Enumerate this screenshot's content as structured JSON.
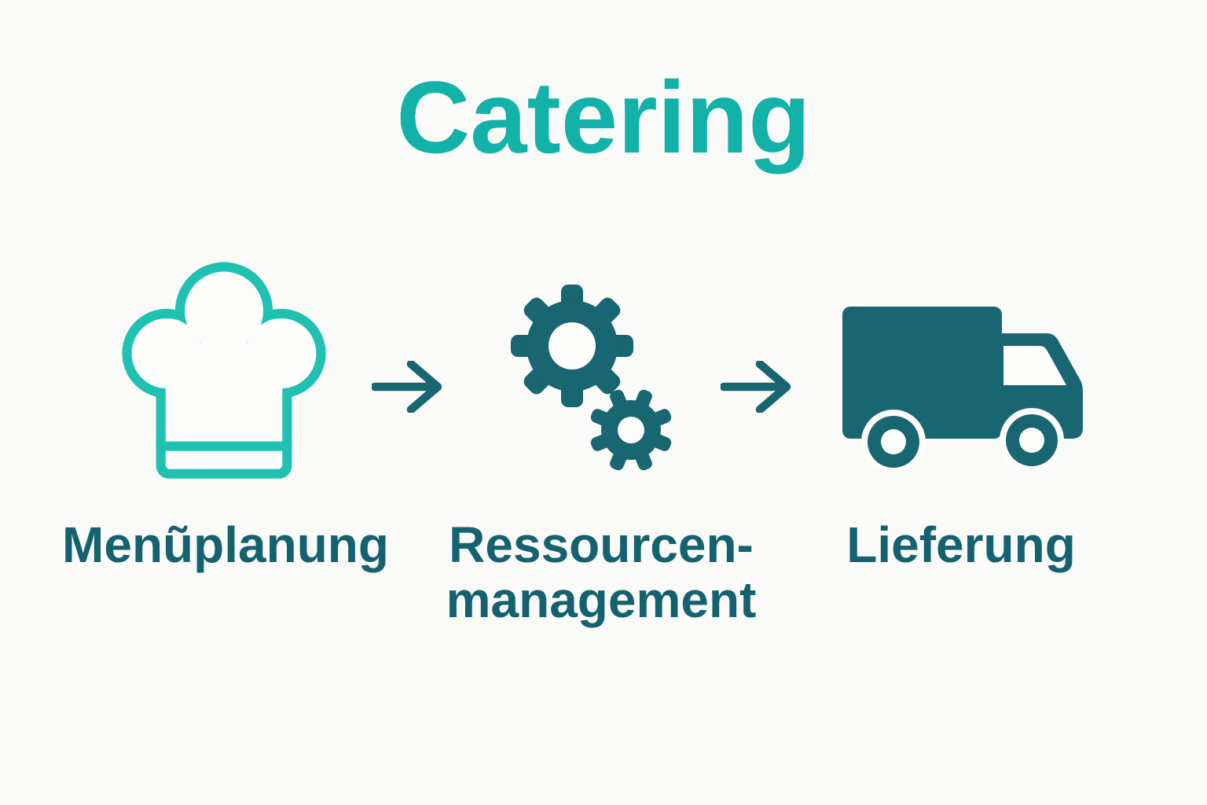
{
  "title": {
    "text": "Catering"
  },
  "colors": {
    "background": "#fafaf8",
    "title-teal": "#12b2a9",
    "hat-teal": "#1fc1b3",
    "dark-teal": "#176672",
    "label-teal": "#14626f",
    "cutout": "#fdfdfc"
  },
  "steps": [
    {
      "label": "Menũplanung",
      "icon": "chef-hat-icon",
      "icon_style": "outline",
      "icon_color": "#1fc1b3"
    },
    {
      "label": "Ressourcen-management",
      "label_line1": "Ressourcen-",
      "label_line2": "management",
      "icon": "gears-icon",
      "icon_style": "solid",
      "icon_color": "#176672"
    },
    {
      "label": "Lieferung",
      "icon": "delivery-truck-icon",
      "icon_style": "solid",
      "icon_color": "#176672"
    }
  ],
  "connectors": [
    {
      "icon": "arrow-right-icon",
      "color": "#176672"
    },
    {
      "icon": "arrow-right-icon",
      "color": "#176672"
    }
  ]
}
